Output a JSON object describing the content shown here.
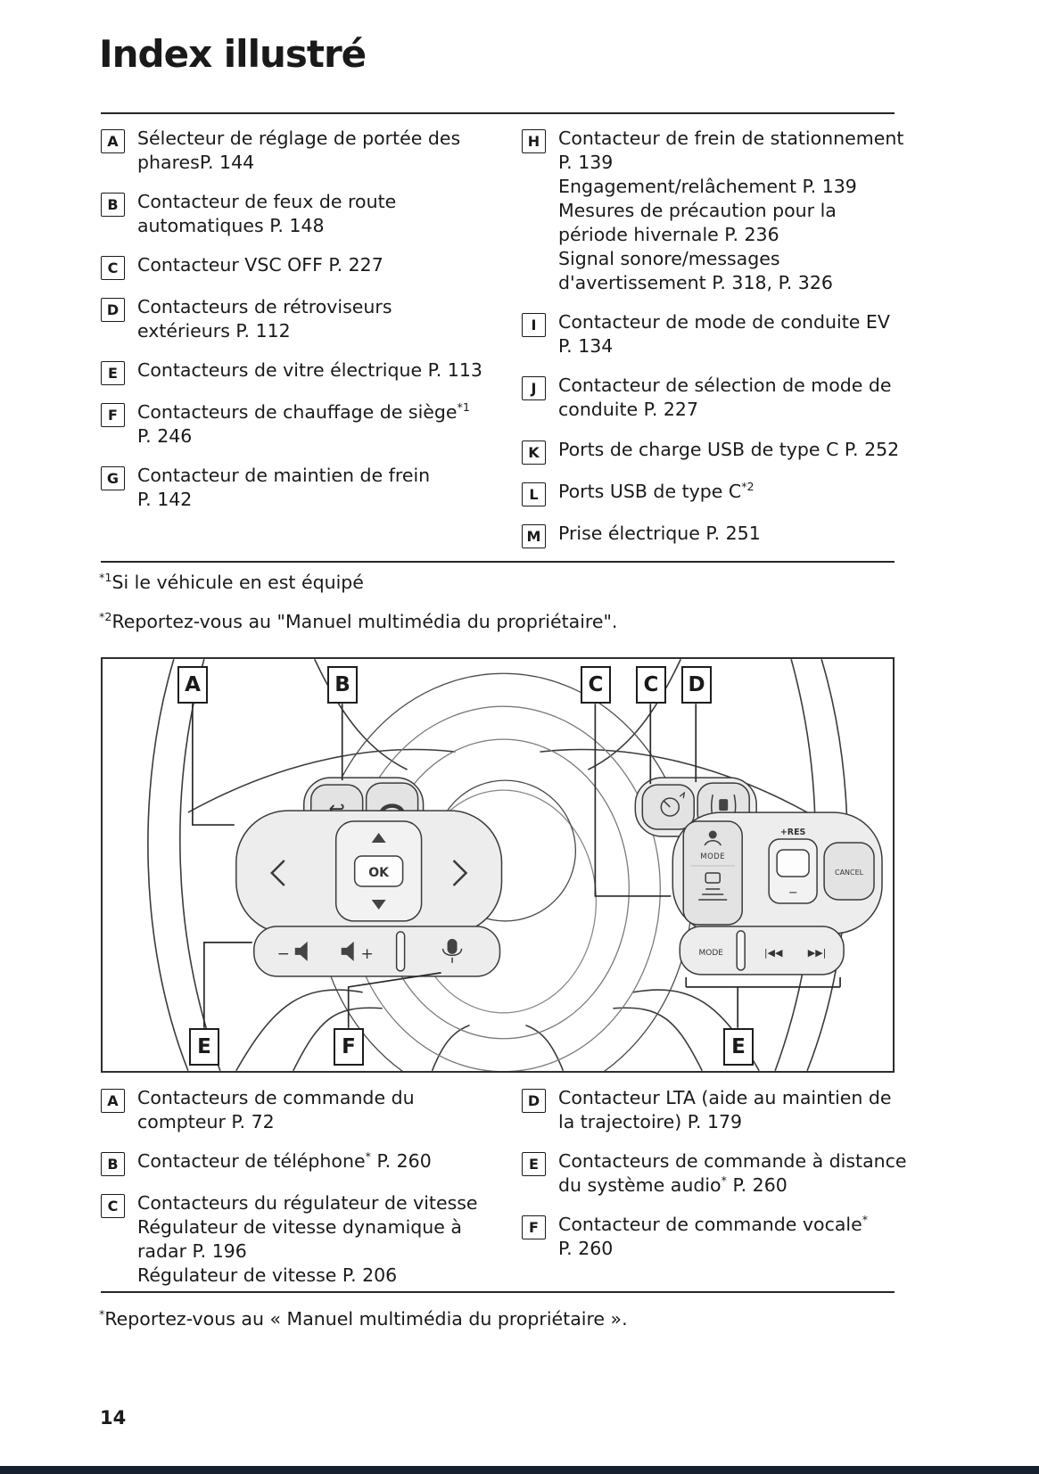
{
  "page": {
    "title": "Index illustré",
    "page_number": "14"
  },
  "footnotes_top": [
    {
      "marker": "*1",
      "text": "Si le véhicule en est équipé"
    },
    {
      "marker": "*2",
      "text": "Reportez-vous au \"Manuel multimédia du propriétaire\"."
    }
  ],
  "footnote_bottom": {
    "marker": "*",
    "text": "Reportez-vous au « Manuel multimédia du propriétaire »."
  },
  "index_top": {
    "left": [
      {
        "letter": "A",
        "lines": [
          [
            {
              "t": "Sélecteur de réglage de portée des"
            }
          ],
          [
            {
              "t": "pharesP. 144"
            }
          ]
        ]
      },
      {
        "letter": "B",
        "lines": [
          [
            {
              "t": "Contacteur de feux de route"
            }
          ],
          [
            {
              "t": "automatiques P. 148"
            }
          ]
        ]
      },
      {
        "letter": "C",
        "lines": [
          [
            {
              "t": "Contacteur VSC OFF P. 227"
            }
          ]
        ]
      },
      {
        "letter": "D",
        "lines": [
          [
            {
              "t": "Contacteurs de rétroviseurs"
            }
          ],
          [
            {
              "t": "extérieurs P. 112"
            }
          ]
        ]
      },
      {
        "letter": "E",
        "lines": [
          [
            {
              "t": "Contacteurs de vitre électrique P. 113"
            }
          ]
        ]
      },
      {
        "letter": "F",
        "lines": [
          [
            {
              "t": "Contacteurs de chauffage de siège"
            },
            {
              "s": "*1"
            }
          ],
          [
            {
              "t": "P. 246"
            }
          ]
        ]
      },
      {
        "letter": "G",
        "lines": [
          [
            {
              "t": "Contacteur de maintien de frein"
            }
          ],
          [
            {
              "t": "P. 142"
            }
          ]
        ]
      }
    ],
    "right": [
      {
        "letter": "H",
        "lines": [
          [
            {
              "t": "Contacteur de frein de stationnement"
            }
          ],
          [
            {
              "t": "P. 139"
            }
          ],
          [
            {
              "t": "Engagement/relâchement P. 139"
            }
          ],
          [
            {
              "t": "Mesures de précaution pour la"
            }
          ],
          [
            {
              "t": "période hivernale P. 236"
            }
          ],
          [
            {
              "t": "Signal sonore/messages"
            }
          ],
          [
            {
              "t": "d'avertissement P. 318, P. 326"
            }
          ]
        ]
      },
      {
        "letter": "I",
        "lines": [
          [
            {
              "t": "Contacteur de mode de conduite EV"
            }
          ],
          [
            {
              "t": "P. 134"
            }
          ]
        ]
      },
      {
        "letter": "J",
        "lines": [
          [
            {
              "t": "Contacteur de sélection de mode de"
            }
          ],
          [
            {
              "t": "conduite P. 227"
            }
          ]
        ]
      },
      {
        "letter": "K",
        "lines": [
          [
            {
              "t": "Ports de charge USB de type C P. 252"
            }
          ]
        ]
      },
      {
        "letter": "L",
        "lines": [
          [
            {
              "t": "Ports USB de type C"
            },
            {
              "s": "*2"
            }
          ]
        ]
      },
      {
        "letter": "M",
        "lines": [
          [
            {
              "t": "Prise électrique P. 251"
            }
          ]
        ]
      }
    ]
  },
  "index_bottom": {
    "left": [
      {
        "letter": "A",
        "lines": [
          [
            {
              "t": "Contacteurs de commande du"
            }
          ],
          [
            {
              "t": "compteur P. 72"
            }
          ]
        ]
      },
      {
        "letter": "B",
        "lines": [
          [
            {
              "t": "Contacteur de téléphone"
            },
            {
              "s": "*"
            },
            {
              "t": " P. 260"
            }
          ]
        ]
      },
      {
        "letter": "C",
        "lines": [
          [
            {
              "t": "Contacteurs du régulateur de vitesse"
            }
          ],
          [
            {
              "t": "Régulateur de vitesse dynamique à"
            }
          ],
          [
            {
              "t": "radar P. 196"
            }
          ],
          [
            {
              "t": "Régulateur de vitesse P. 206"
            }
          ]
        ]
      }
    ],
    "right": [
      {
        "letter": "D",
        "lines": [
          [
            {
              "t": "Contacteur LTA (aide au maintien de"
            }
          ],
          [
            {
              "t": "la trajectoire) P. 179"
            }
          ]
        ]
      },
      {
        "letter": "E",
        "lines": [
          [
            {
              "t": "Contacteurs de commande à distance"
            }
          ],
          [
            {
              "t": "du système audio"
            },
            {
              "s": "*"
            },
            {
              "t": " P. 260"
            }
          ]
        ]
      },
      {
        "letter": "F",
        "lines": [
          [
            {
              "t": "Contacteur de commande vocale"
            },
            {
              "s": "*"
            }
          ],
          [
            {
              "t": "P. 260"
            }
          ]
        ]
      }
    ]
  },
  "diagram": {
    "labels_top": [
      "A",
      "B",
      "C",
      "C",
      "D"
    ],
    "labels_bottom": [
      "E",
      "F",
      "E"
    ],
    "buttons": {
      "ok": "OK",
      "mode_drive": "MODE",
      "res": "+RES",
      "cancel": "CANCEL",
      "mode_media": "MODE",
      "prev": "|◀◀",
      "next": "▶▶|"
    }
  }
}
